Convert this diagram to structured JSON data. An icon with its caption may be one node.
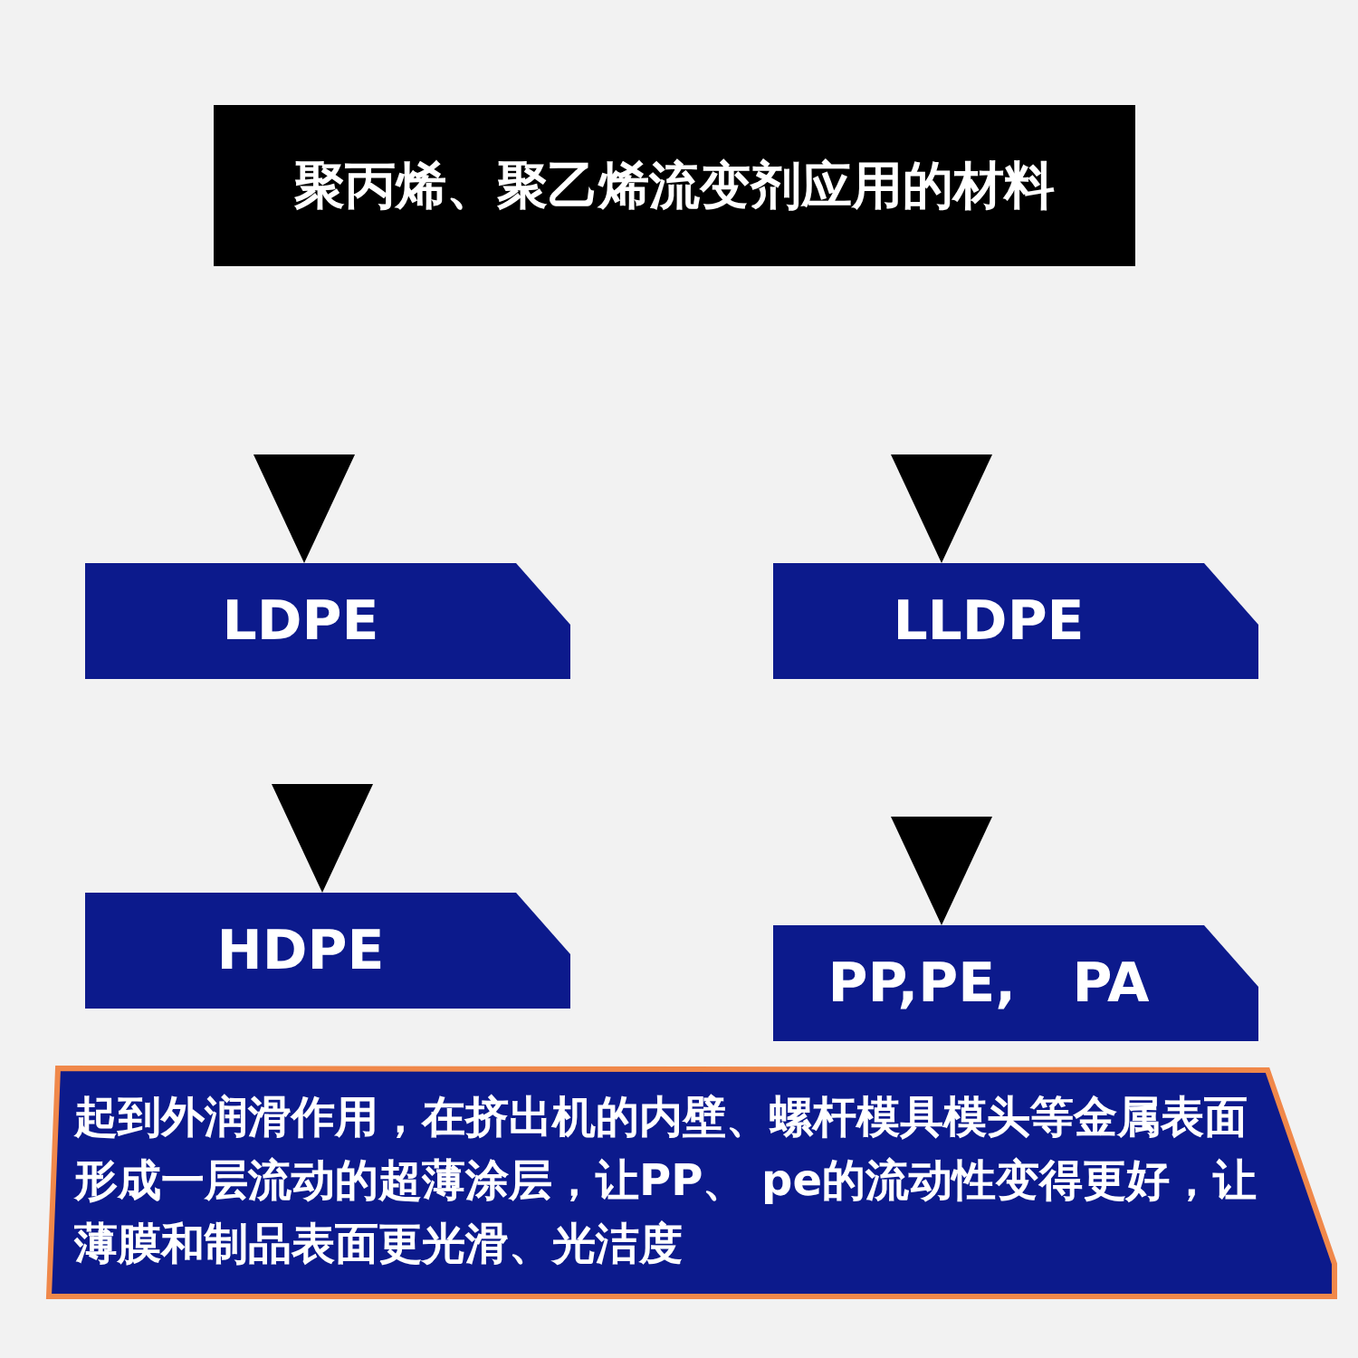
{
  "diagram": {
    "title": "聚丙烯、聚乙烯流变剂应用的材料",
    "nodes": [
      {
        "text": [
          "LDPE"
        ]
      },
      {
        "text": [
          "LLDPE"
        ]
      },
      {
        "text": [
          "HDPE"
        ]
      },
      {
        "text": [
          "PP,PE,   PA"
        ]
      },
      {
        "text": [
          "起到外润滑作用，在挤出机的内壁、螺杆模具模头等金属表面形成一层流动的超薄涂层，让PP、 pe的流动性变得更好，让薄膜和制品表面更光滑、光洁度"
        ]
      }
    ],
    "edges": [
      {
        "from": null,
        "to": 0,
        "arrow": "to"
      },
      {
        "from": null,
        "to": 1,
        "arrow": "to"
      },
      {
        "from": 0,
        "to": 2,
        "arrow": "to"
      },
      {
        "from": 1,
        "to": 3,
        "arrow": "to"
      }
    ]
  }
}
